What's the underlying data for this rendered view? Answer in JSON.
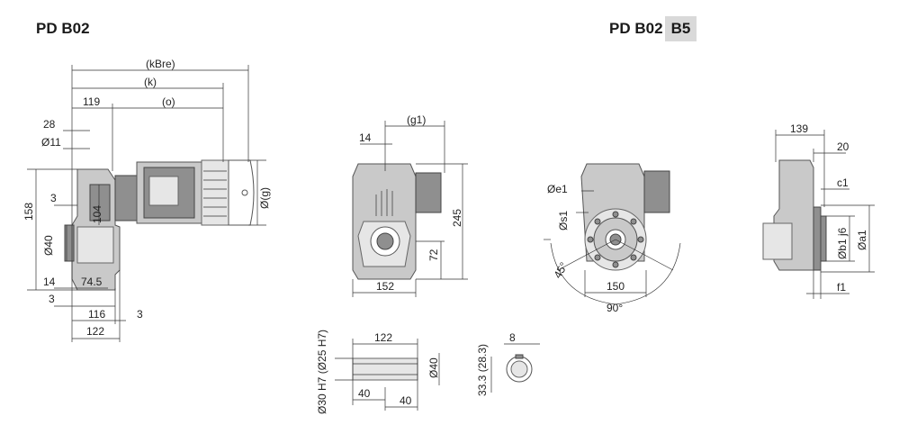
{
  "titles": {
    "left": "PD B02",
    "right": "PD B02",
    "right_badge": "B5"
  },
  "side_view": {
    "kbre": "(kBre)",
    "k": "(k)",
    "o": "(o)",
    "d119": "119",
    "d28": "28",
    "d11": "Ø11",
    "d158": "158",
    "d3a": "3",
    "d104": "104",
    "d40": "Ø40",
    "dg": "Ø(g)",
    "d14": "14",
    "d745": "74.5",
    "d3b": "3",
    "d116": "116",
    "d3c": "3",
    "d122": "122"
  },
  "front_view": {
    "g1": "(g1)",
    "d14": "14",
    "d245": "245",
    "d72": "72",
    "d152": "152"
  },
  "shaft_view": {
    "d122": "122",
    "dh7": "Ø30 H7  (Ø25 H7)",
    "d40dia": "Ø40",
    "d40a": "40",
    "d40b": "40",
    "d8": "8",
    "d333": "33.3 (28.3)"
  },
  "flange_front": {
    "e1": "Øe1",
    "s1": "Øs1",
    "a45": "45°",
    "d150": "150",
    "a90": "90°"
  },
  "flange_side": {
    "d139": "139",
    "d20": "20",
    "c1": "c1",
    "b1": "Øb1 j6",
    "a1": "Øa1",
    "f1": "f1"
  }
}
